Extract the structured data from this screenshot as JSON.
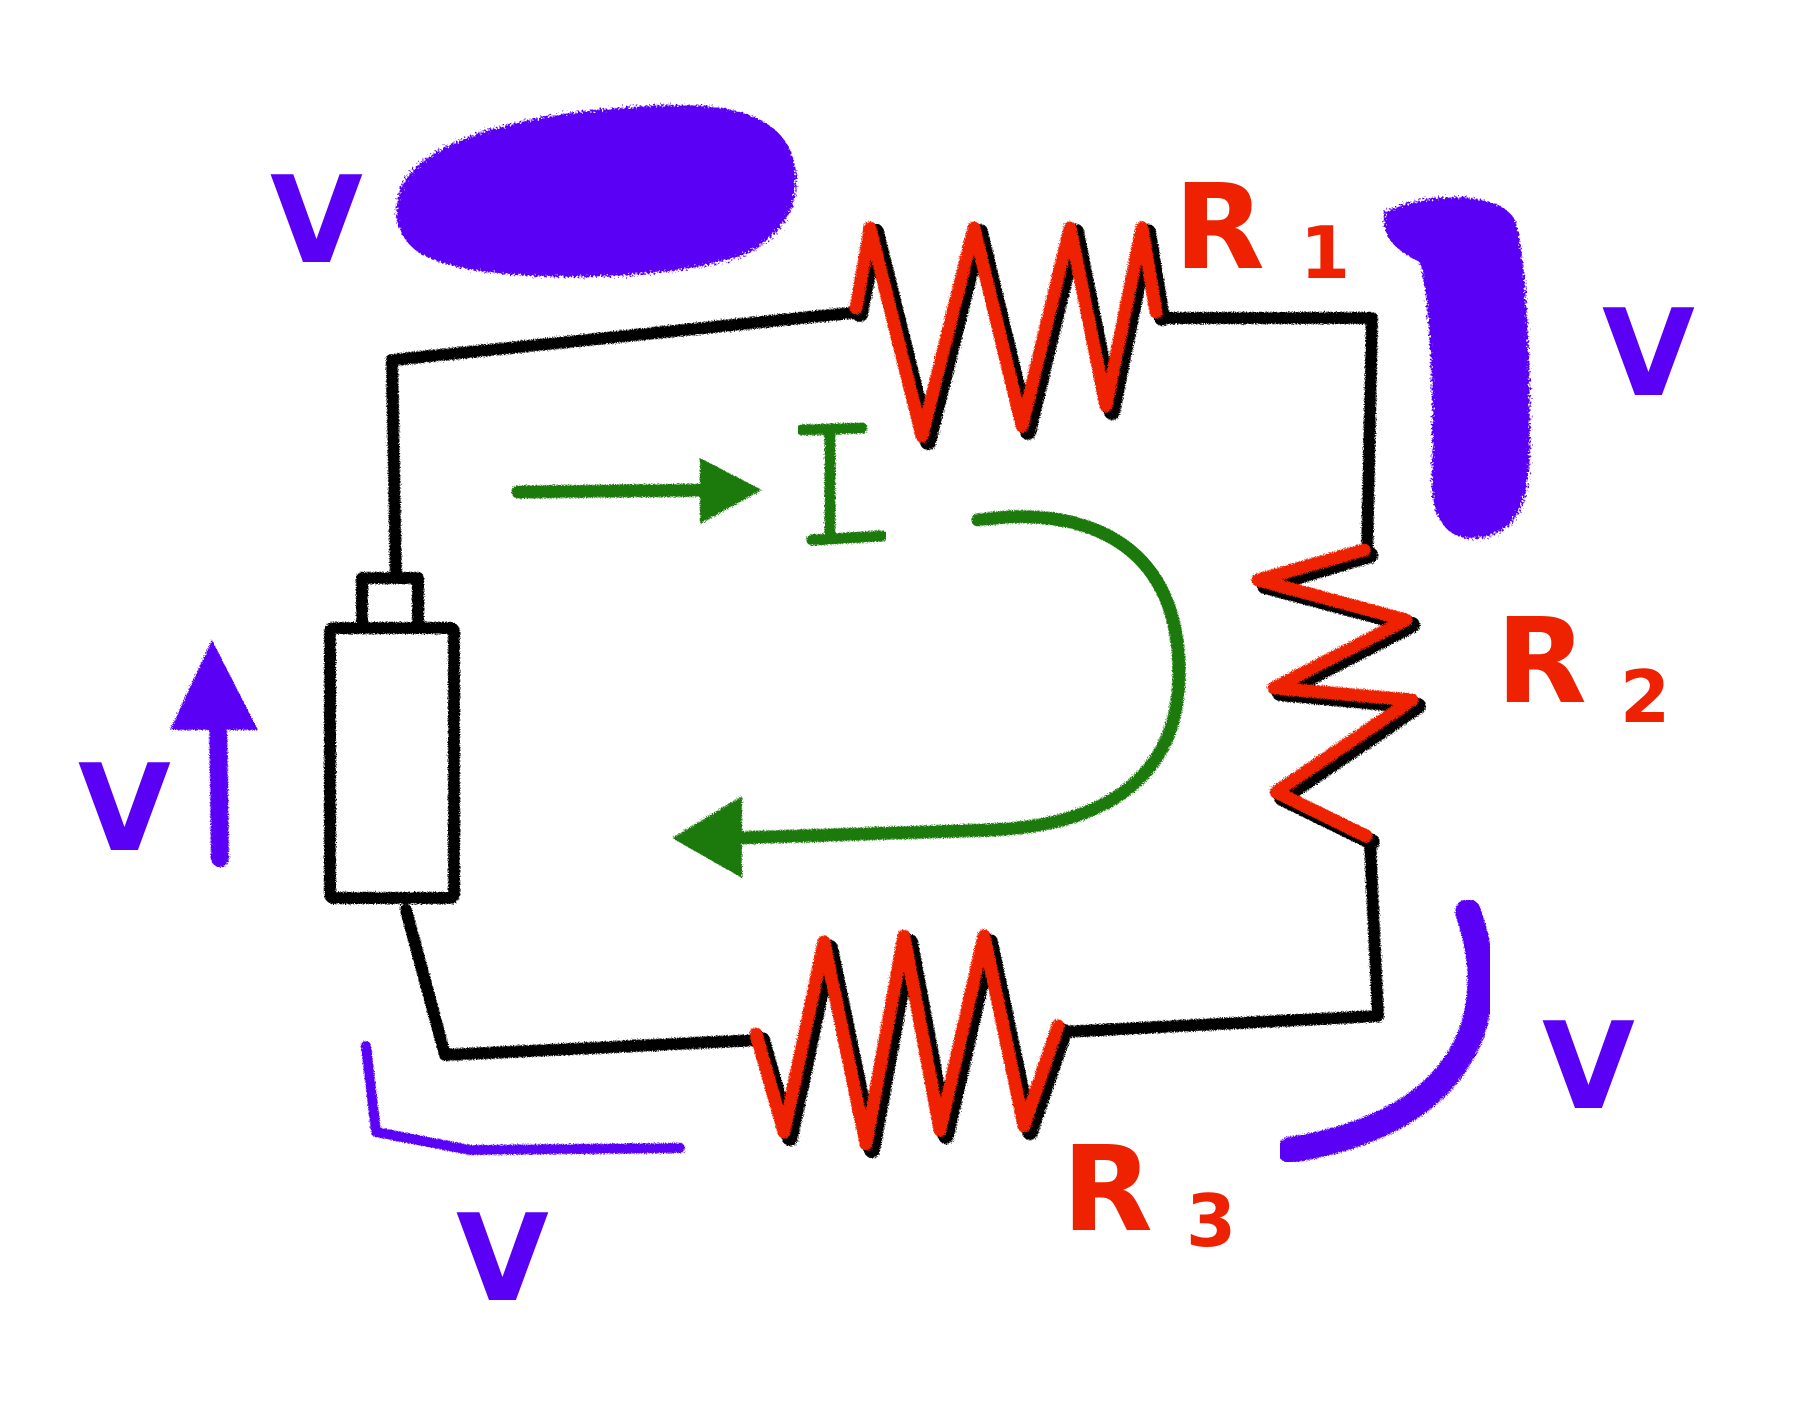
{
  "colors": {
    "wire": "#000000",
    "resistor": "#ee2200",
    "current": "#1f7a0f",
    "voltage": "#5a00f5",
    "background": "#ffffff"
  },
  "current": {
    "label": "I"
  },
  "resistors": [
    {
      "id": "r1",
      "label": "R",
      "subscript": "1"
    },
    {
      "id": "r2",
      "label": "R",
      "subscript": "2"
    },
    {
      "id": "r3",
      "label": "R",
      "subscript": "3"
    }
  ],
  "voltages": {
    "source": "V",
    "top_left": "V",
    "right_top": "V",
    "right_bottom": "V",
    "bottom": "V"
  },
  "icons": [
    "battery-icon",
    "resistor-icon",
    "arrow-icon",
    "redaction-blob"
  ]
}
